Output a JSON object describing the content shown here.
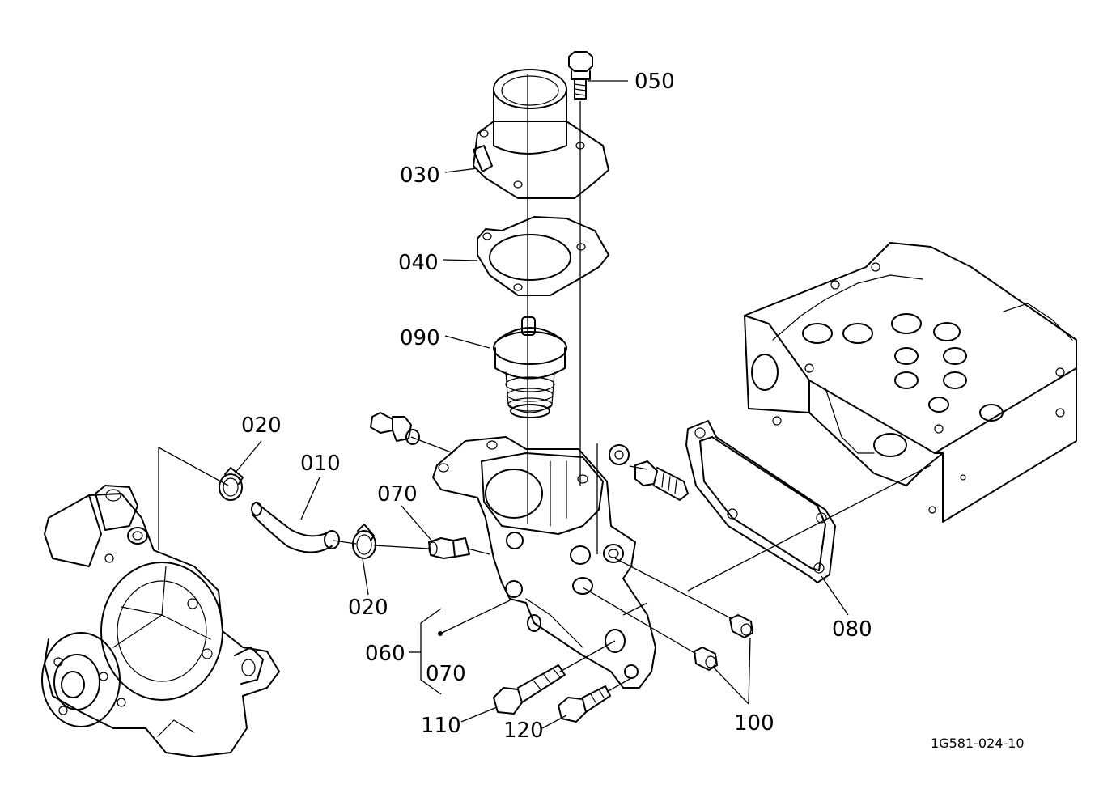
{
  "drawing_code": "1G581-024-10",
  "callouts": {
    "c010": "010",
    "c020a": "020",
    "c020b": "020",
    "c030": "030",
    "c040": "040",
    "c050": "050",
    "c060": "060",
    "c070a": "070",
    "c070b": "070",
    "c080": "080",
    "c090": "090",
    "c100": "100",
    "c110": "110",
    "c120": "120"
  }
}
